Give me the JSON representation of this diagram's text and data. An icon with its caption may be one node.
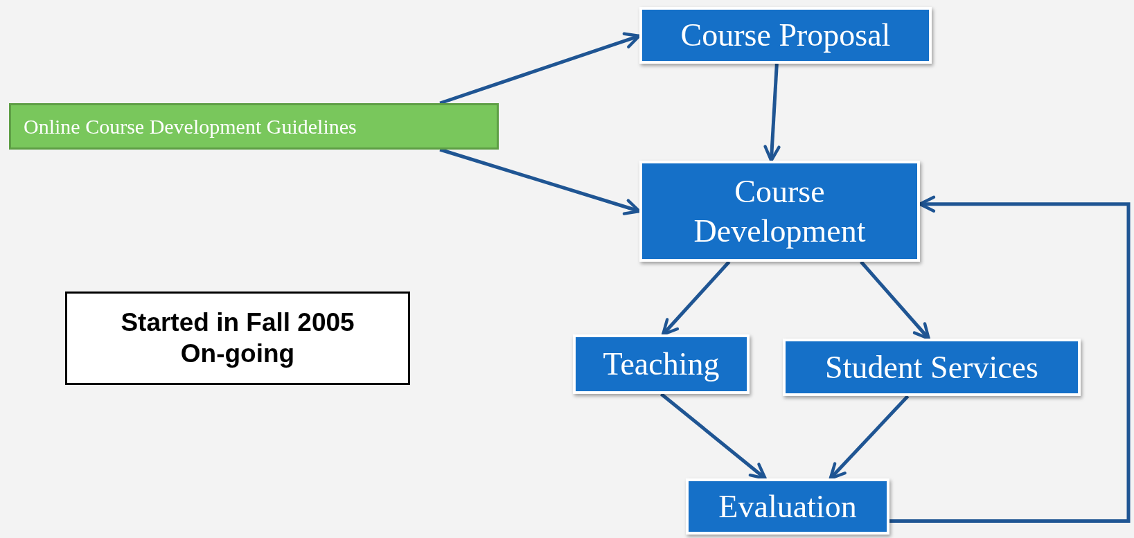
{
  "diagram": {
    "nodes": [
      {
        "text": [
          "Course Proposal"
        ]
      },
      {
        "text": [
          "Online Course Development Guidelines"
        ]
      },
      {
        "text": [
          "Course Development"
        ]
      },
      {
        "text": [
          "Started in Fall 2005",
          "On-going"
        ]
      },
      {
        "text": [
          "Teaching"
        ]
      },
      {
        "text": [
          "Student Services"
        ]
      },
      {
        "text": [
          "Evaluation"
        ]
      }
    ],
    "edges": [
      {
        "from": 1,
        "to": 0,
        "arrow": "to"
      },
      {
        "from": 1,
        "to": 2,
        "arrow": "to"
      },
      {
        "from": 0,
        "to": 2,
        "arrow": "to"
      },
      {
        "from": 2,
        "to": 4,
        "arrow": "to"
      },
      {
        "from": 2,
        "to": 5,
        "arrow": "to"
      },
      {
        "from": 4,
        "to": 6,
        "arrow": "to"
      },
      {
        "from": 5,
        "to": 6,
        "arrow": "to"
      },
      {
        "from": 6,
        "to": 2,
        "arrow": "to"
      }
    ]
  }
}
